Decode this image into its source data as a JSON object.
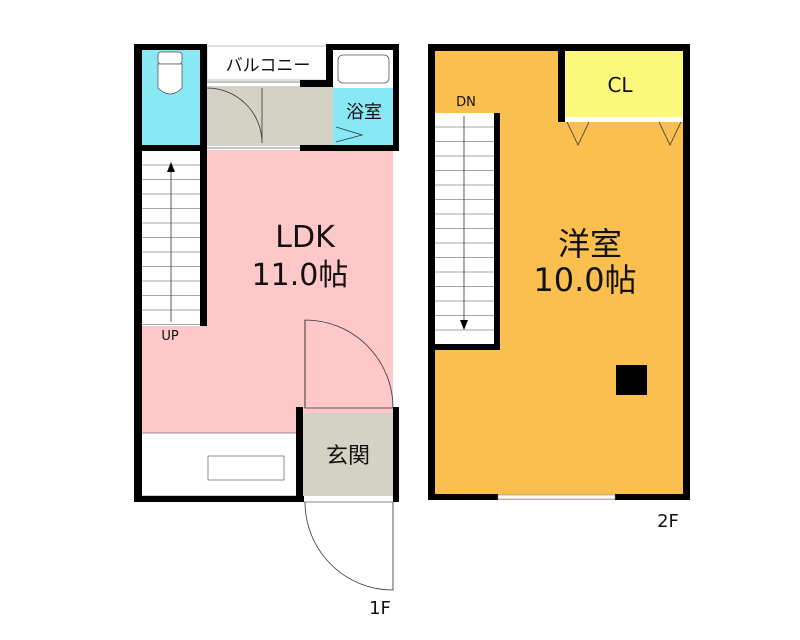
{
  "colors": {
    "wall": "#000000",
    "ldk": "#ffc8c8",
    "wet": "#88e8f4",
    "hall": "#d4d2c4",
    "western_room": "#fbbf50",
    "closet": "#fbf87a",
    "white": "#ffffff"
  },
  "floor1": {
    "label": "1F",
    "balcony": "バルコニー",
    "bath": "浴室",
    "ldk_name": "LDK",
    "ldk_size": "11.0帖",
    "stairs": "UP",
    "entrance": "玄関"
  },
  "floor2": {
    "label": "2F",
    "closet": "CL",
    "stairs": "DN",
    "room_name": "洋室",
    "room_size": "10.0帖"
  }
}
